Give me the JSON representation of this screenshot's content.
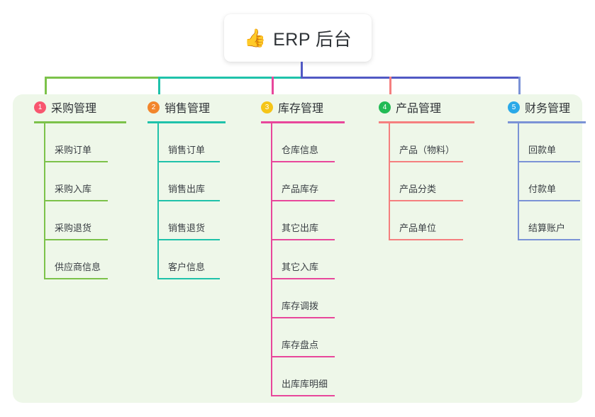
{
  "root": {
    "icon": "thumbs-up-icon",
    "emoji": "👍",
    "title": "ERP 后台"
  },
  "theme": {
    "panel_background": "#eef7e9",
    "page_background": "#ffffff",
    "trunk_color": "#5159c4",
    "title_text_color": "#2f3337",
    "leaf_text_color": "#3a3f44"
  },
  "columns": [
    {
      "number": "1",
      "title": "采购管理",
      "badge_color": "#f8566f",
      "line_color": "#7cc24a",
      "items": [
        {
          "label": "采购订单"
        },
        {
          "label": "采购入库"
        },
        {
          "label": "采购退货"
        },
        {
          "label": "供应商信息"
        }
      ]
    },
    {
      "number": "2",
      "title": "销售管理",
      "badge_color": "#f2862c",
      "line_color": "#1fc2aa",
      "items": [
        {
          "label": "销售订单"
        },
        {
          "label": "销售出库"
        },
        {
          "label": "销售退货"
        },
        {
          "label": "客户信息"
        }
      ]
    },
    {
      "number": "3",
      "title": "库存管理",
      "badge_color": "#f5c518",
      "line_color": "#e8479b",
      "items": [
        {
          "label": "仓库信息"
        },
        {
          "label": "产品库存"
        },
        {
          "label": "其它出库"
        },
        {
          "label": "其它入库"
        },
        {
          "label": "库存调拨"
        },
        {
          "label": "库存盘点"
        },
        {
          "label": "出库库明细"
        }
      ]
    },
    {
      "number": "4",
      "title": "产品管理",
      "badge_color": "#22bb55",
      "line_color": "#f57f7f",
      "items": [
        {
          "label": "产品（物料）"
        },
        {
          "label": "产品分类"
        },
        {
          "label": "产品单位"
        }
      ]
    },
    {
      "number": "5",
      "title": "财务管理",
      "badge_color": "#2aa9e8",
      "line_color": "#7b93d6",
      "items": [
        {
          "label": "回款单"
        },
        {
          "label": "付款单"
        },
        {
          "label": "结算账户"
        }
      ]
    }
  ]
}
